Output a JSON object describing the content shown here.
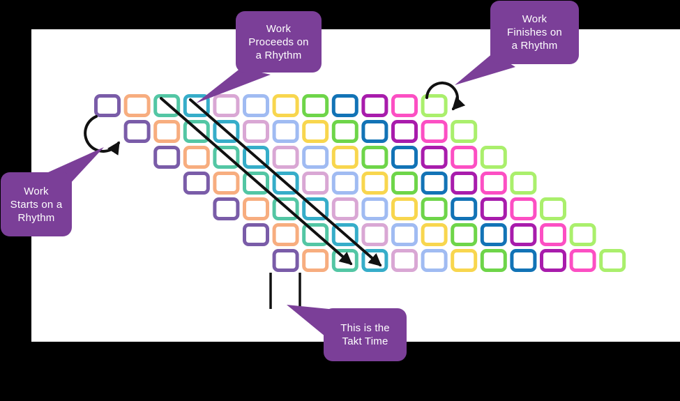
{
  "canvas": {
    "background_color": "#000000",
    "slide_color": "#ffffff"
  },
  "callout_style": {
    "fill": "#7b3f98",
    "text_color": "#ffffff"
  },
  "callouts": {
    "starts": {
      "text": "Work\nStarts on a\nRhythm"
    },
    "proceeds": {
      "text": "Work\nProceeds on\na Rhythm"
    },
    "finishes": {
      "text": "Work\nFinishes on\na Rhythm"
    },
    "takt": {
      "text": "This is the\nTakt Time"
    }
  },
  "grid": {
    "rows": 7,
    "squares_per_row": 12,
    "palette": [
      {
        "name": "purple",
        "hex": "#7a5ca8"
      },
      {
        "name": "orange",
        "hex": "#f7ad7f"
      },
      {
        "name": "teal",
        "hex": "#53c6a4"
      },
      {
        "name": "cyan",
        "hex": "#36adc9"
      },
      {
        "name": "plum",
        "hex": "#d9a7d4"
      },
      {
        "name": "periwinkle",
        "hex": "#a0bbf2"
      },
      {
        "name": "yellow",
        "hex": "#f8d64e"
      },
      {
        "name": "green",
        "hex": "#6ed549"
      },
      {
        "name": "dark-blue",
        "hex": "#1273b6"
      },
      {
        "name": "magenta",
        "hex": "#a81cac"
      },
      {
        "name": "hot-pink",
        "hex": "#fc4fc3"
      },
      {
        "name": "light-green",
        "hex": "#aaef6c"
      }
    ]
  },
  "arrows": {
    "color": "#111111",
    "count_diagonal": 2,
    "count_curved": 2
  },
  "takt_marks": {
    "count": 2,
    "color": "#111111"
  }
}
